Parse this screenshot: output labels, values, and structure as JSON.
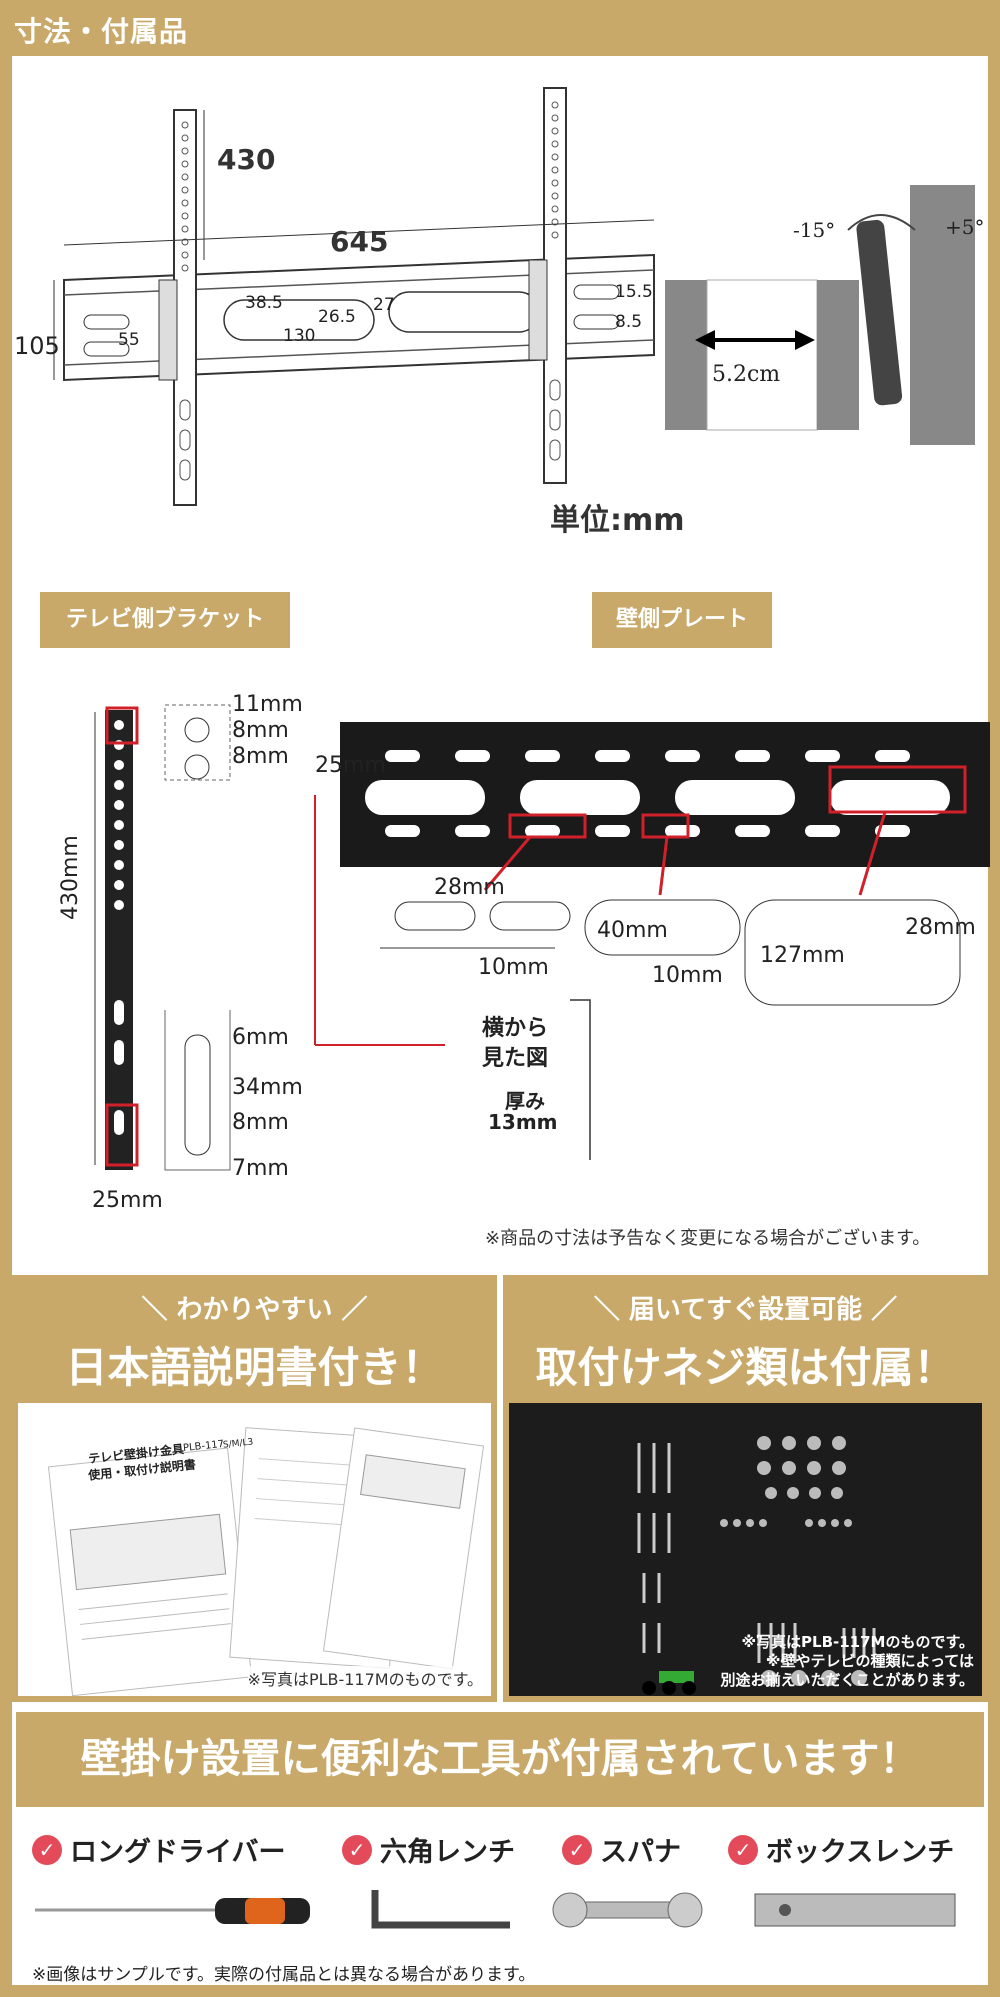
{
  "header": {
    "title": "寸法・付属品"
  },
  "dimensions_top": {
    "height": "430",
    "width": "645",
    "left_height": "105",
    "d55": "55",
    "d38_5": "38.5",
    "d26_5": "26.5",
    "d27": "27",
    "d130": "130",
    "d15_5": "15.5",
    "d8_5": "8.5",
    "depth": "5.2cm",
    "tilt_minus": "-15°",
    "tilt_plus": "+5°",
    "unit": "単位:mm"
  },
  "tags": {
    "tv_bracket": "テレビ側ブラケット",
    "wall_plate": "壁側プレート"
  },
  "bracket_dims": {
    "d11": "11mm",
    "d8a": "8mm",
    "d8b": "8mm",
    "d430": "430mm",
    "d6": "6mm",
    "d34": "34mm",
    "d8c": "8mm",
    "d7": "7mm",
    "d25": "25mm"
  },
  "plate_dims": {
    "d25": "25mm",
    "d28": "28mm",
    "d10a": "10mm",
    "d40": "40mm",
    "d10b": "10mm",
    "d127": "127mm",
    "d28b": "28mm",
    "side_view": "横から\n見た図",
    "side_view_l1": "横から",
    "side_view_l2": "見た図",
    "thickness_l1": "厚み",
    "thickness_l2": "13mm"
  },
  "notes": {
    "spec_note": "※商品の寸法は予告なく変更になる場合がございます。"
  },
  "promo_left": {
    "sub": "＼ わかりやすい ／",
    "main": "日本語説明書付き！",
    "caption": "※写真はPLB-117Mのものです。",
    "manual_title_1": "テレビ壁掛け金具",
    "manual_title_2": "使用・取付け説明書",
    "manual_model": "PLB-117",
    "manual_model2": "S/M/L3"
  },
  "promo_right": {
    "sub": "＼ 届いてすぐ設置可能 ／",
    "main": "取付けネジ類は付属！",
    "caption_1": "※写真はPLB-117Mのものです。",
    "caption_2": "※壁やテレビの種類によっては",
    "caption_3": "別途お揃えいただくことがあります。"
  },
  "tools": {
    "title": "壁掛け設置に便利な工具が付属されています！",
    "items": [
      {
        "label": "ロングドライバー"
      },
      {
        "label": "六角レンチ"
      },
      {
        "label": "スパナ"
      },
      {
        "label": "ボックスレンチ"
      }
    ],
    "check_glyph": "✓",
    "footnote": "※画像はサンプルです。実際の付属品とは異なる場合があります。"
  },
  "colors": {
    "gold": "#c8a96a",
    "red": "#d0202a",
    "check": "#e34b5b"
  }
}
